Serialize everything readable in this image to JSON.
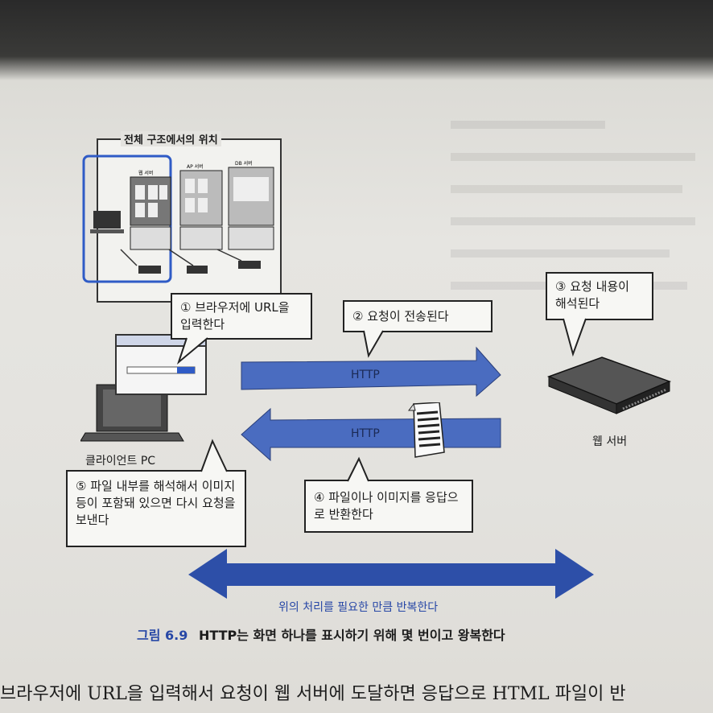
{
  "diagram": {
    "overview_title": "전체 구조에서의 위치",
    "overview_labels": [
      "웹 서버",
      "AP 서버",
      "DB 서버"
    ],
    "bubbles": {
      "b1": "① 브라우저에 URL을 입력한다",
      "b2": "② 요청이 전송된다",
      "b3": "③ 요청 내용이 해석된다",
      "b4": "④ 파일이나 이미지를 응답으로 반환한다",
      "b5": "⑤ 파일 내부를 해석해서 이미지 등이 포함돼 있으면 다시 요청을 보낸다"
    },
    "arrow_top_label": "HTTP",
    "arrow_bottom_label": "HTTP",
    "client_label": "클라이언트 PC",
    "server_label": "웹 서버",
    "repeat_label": "위의 처리를 필요한 만큼 반복한다",
    "colors": {
      "arrow": "#4a6cc0",
      "accent": "#2747a6",
      "highlight": "#2f5bc6"
    }
  },
  "caption": {
    "number": "그림 6.9",
    "text": "HTTP는 화면 하나를 표시하기 위해 몇 번이고 왕복한다"
  },
  "body_text": "브라우저에 URL을 입력해서 요청이 웹 서버에 도달하면 응답으로 HTML 파일이 반"
}
